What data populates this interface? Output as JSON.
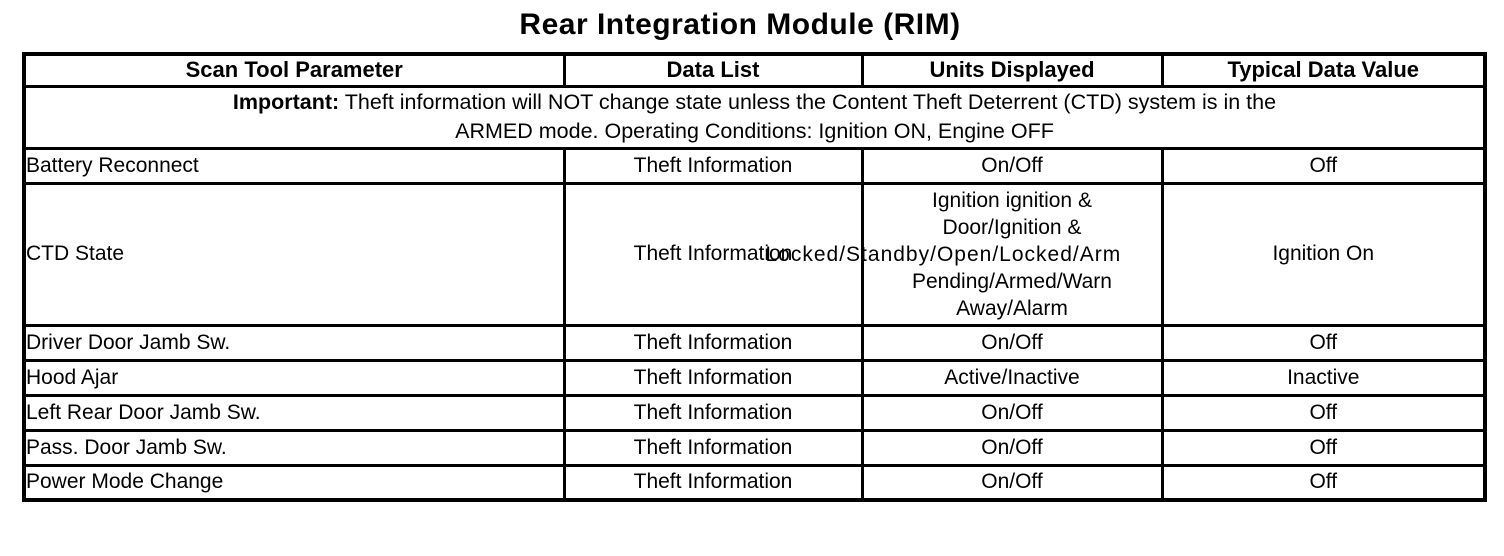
{
  "title": "Rear Integration Module (RIM)",
  "table": {
    "columns": [
      "Scan Tool Parameter",
      "Data List",
      "Units Displayed",
      "Typical Data Value"
    ],
    "important_note": {
      "label": "Important:",
      "line1_rest": " Theft information will NOT change state unless the Content Theft Deterrent (CTD) system is in the",
      "line2": "ARMED mode. Operating Conditions: Ignition ON, Engine OFF"
    },
    "rows": [
      {
        "parameter": "Battery Reconnect",
        "data_list": "Theft Information",
        "units": "On/Off",
        "typical": "Off"
      },
      {
        "parameter": "CTD State",
        "data_list": "Theft Information",
        "units_lines": [
          "Ignition ignition &",
          "Door/Ignition &",
          "Locked/Standby/Open/Locked/Arm",
          "Pending/Armed/Warn",
          "Away/Alarm"
        ],
        "typical": "Ignition On"
      },
      {
        "parameter": "Driver Door Jamb Sw.",
        "data_list": "Theft Information",
        "units": "On/Off",
        "typical": "Off"
      },
      {
        "parameter": "Hood Ajar",
        "data_list": "Theft Information",
        "units": "Active/Inactive",
        "typical": "Inactive"
      },
      {
        "parameter": "Left Rear Door Jamb Sw.",
        "data_list": "Theft Information",
        "units": "On/Off",
        "typical": "Off"
      },
      {
        "parameter": "Pass. Door Jamb Sw.",
        "data_list": "Theft Information",
        "units": "On/Off",
        "typical": "Off"
      },
      {
        "parameter": "Power Mode Change",
        "data_list": "Theft Information",
        "units": "On/Off",
        "typical": "Off"
      }
    ]
  }
}
